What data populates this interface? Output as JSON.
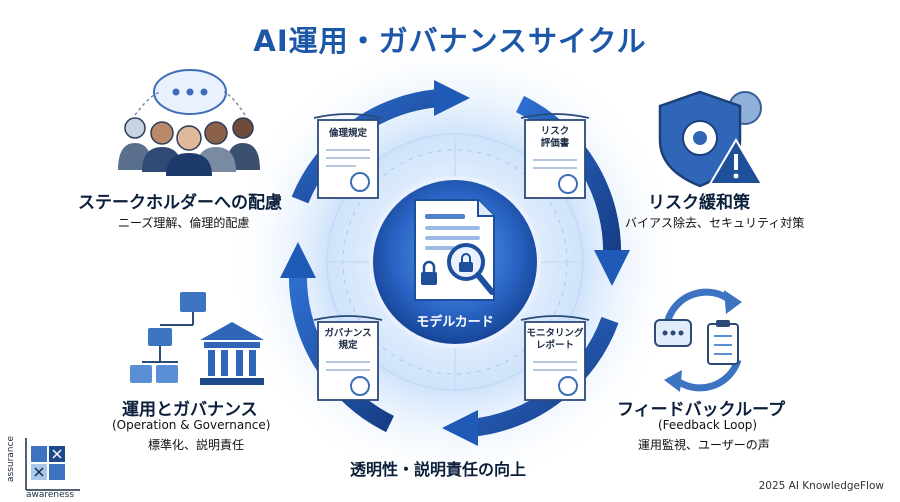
{
  "title": "AI運用・ガバナンスサイクル",
  "center_label": "モデルカード",
  "documents": {
    "top_left": "倫理規定",
    "top_right_l1": "リスク",
    "top_right_l2": "評価書",
    "bottom_left_l1": "ガバナンス",
    "bottom_left_l2": "規定",
    "bottom_right_l1": "モニタリング",
    "bottom_right_l2": "レポート"
  },
  "sections": {
    "stakeholder": {
      "title": "ステークホルダーへの配慮",
      "subtitle": "ニーズ理解、倫理的配慮"
    },
    "risk": {
      "title": "リスク緩和策",
      "subtitle": "バイアス除去、セキュリティ対策"
    },
    "operation": {
      "title": "運用とガバナンス",
      "subtitle_en": "(Operation & Governance)",
      "subtitle": "標準化、説明責任"
    },
    "feedback": {
      "title": "フィードバックループ",
      "subtitle_en": "(Feedback Loop)",
      "subtitle": "運用監視、ユーザーの声"
    },
    "transparency": {
      "title": "透明性・説明責任の向上"
    }
  },
  "logo": {
    "y_label": "assurance",
    "x_label": "awareness"
  },
  "footer": "2025 AI KnowledgeFlow",
  "colors": {
    "primary": "#1d57a8",
    "dark": "#0b1f3a",
    "light": "#dbe8f8",
    "warning": "#1f4f99"
  }
}
